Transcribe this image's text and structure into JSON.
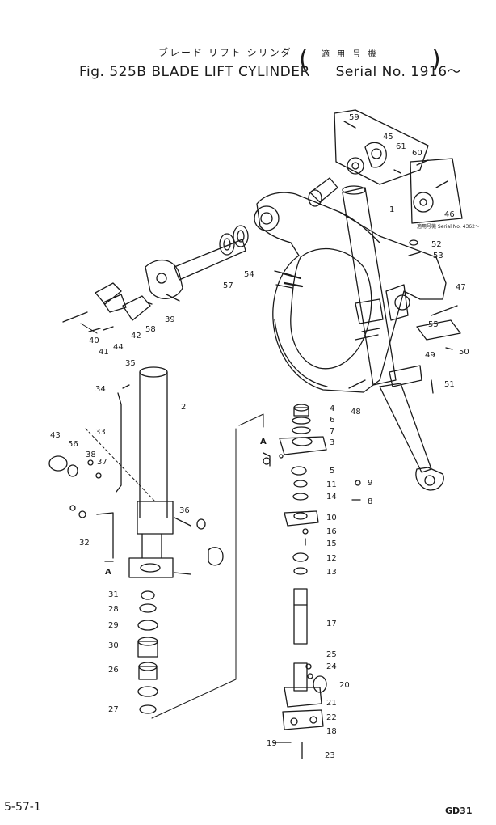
{
  "header": {
    "title_jp": "ブレード リフト シリンダ",
    "applicable_jp": "適 用 号 機",
    "fig_label": "Fig. 525B BLADE LIFT CYLINDER",
    "serial_label": "Serial No. 1916～"
  },
  "inset_note": "適用号機 Serial No. 4362～",
  "part_numbers": [
    "1",
    "2",
    "3",
    "4",
    "5",
    "6",
    "7",
    "8",
    "9",
    "10",
    "11",
    "12",
    "13",
    "14",
    "15",
    "16",
    "17",
    "18",
    "19",
    "20",
    "21",
    "22",
    "23",
    "24",
    "25",
    "26",
    "27",
    "28",
    "29",
    "30",
    "31",
    "32",
    "33",
    "34",
    "35",
    "36",
    "37",
    "38",
    "39",
    "40",
    "41",
    "42",
    "43",
    "44",
    "45",
    "46",
    "47",
    "48",
    "49",
    "50",
    "51",
    "52",
    "53",
    "54",
    "55",
    "56",
    "57",
    "58",
    "59",
    "60",
    "61"
  ],
  "view_markers": [
    "A",
    "A"
  ],
  "footer": {
    "page_number": "5-57-1",
    "code": "GD31"
  }
}
